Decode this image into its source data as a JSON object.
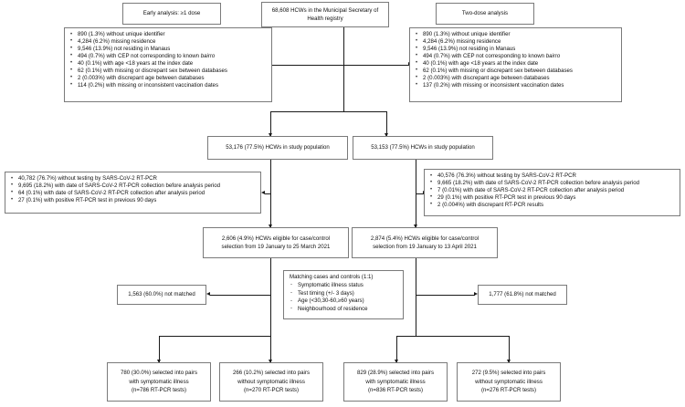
{
  "figure": {
    "type": "flow-diagram",
    "title_top": "68,608 HCWs in the Municipal Secretary of Health registry",
    "arm_left_label": "Early analysis: ≥1 dose",
    "arm_right_label": "Two-dose analysis"
  },
  "left_arm": {
    "exclusions_1": [
      "890 (1.3%) without unique identifier",
      "4,284 (6.2%) missing residence",
      "9,546 (13.9%) not residing in Manaus",
      "494 (0.7%) with CEP not corresponding to known bairro",
      "40 (0.1%) with age <18 years at the index date",
      "62 (0.1%) with missing or discrepant sex between databases",
      "2 (0.003%) with discrepant age between databases",
      "114 (0.2%) with missing or inconsistent vaccination dates"
    ],
    "study_population": "53,176 (77.5%) HCWs in study population",
    "exclusions_2": [
      "40,782 (76.7%) without testing by SARS-CoV-2 RT-PCR",
      "9,695 (18.2%) with date of SARS-CoV-2 RT-PCR collection before analysis period",
      "64 (0.1%) with date of SARS-CoV-2 RT-PCR collection after analysis period",
      "27 (0.1%) with positive RT-PCR test in previous 90 days"
    ],
    "eligible": "2,606 (4.9%) HCWs eligible for case/control\nselection from 19 January to 25 March 2021",
    "not_matched": "1,563 (60.0%) not matched",
    "outcome_symptomatic": "780 (30.0%) selected into pairs\nwith symptomatic illness\n(n=786 RT-PCR tests)",
    "outcome_asymptomatic": "266 (10.2%) selected into pairs\nwithout symptomatic illness\n(n=270 RT-PCR tests)"
  },
  "right_arm": {
    "exclusions_1": [
      "890 (1.3%) without unique identifier",
      "4,284 (6.2%) missing residence",
      "9,546 (13.9%) not residing in Manaus",
      "494 (0.7%) with CEP not corresponding to known bairro",
      "40 (0.1%) with age <18 years at the index date",
      "62 (0.1%) with missing or discrepant sex between databases",
      "2 (0.003%) with discrepant age between databases",
      "137 (0.2%) with missing or inconsistent vaccination dates"
    ],
    "study_population": "53,153 (77.5%) HCWs in study population",
    "exclusions_2": [
      "40,576 (76.3%) without testing by SARS-CoV-2 RT-PCR",
      "9,665 (18.2%) with date of SARS-CoV-2 RT-PCR collection before analysis period",
      "7 (0.01%) with date of SARS-CoV-2 RT-PCR collection after analysis period",
      "29 (0.1%) with positive RT-PCR test in previous 90 days",
      "2 (0.004%) with discrepant RT-PCR results"
    ],
    "eligible": "2,874 (5.4%) HCWs eligible for case/control\nselection from 19 January to 13 April 2021",
    "not_matched": "1,777 (61.8%) not matched",
    "outcome_symptomatic": "829 (28.9%) selected into pairs\nwith symptomatic illness\n(n=836 RT-PCR tests)",
    "outcome_asymptomatic": "272 (9.5%) selected into pairs\nwithout symptomatic illness\n(n=276 RT-PCR tests)"
  },
  "matching": {
    "title": "Matching cases and controls (1:1)",
    "criteria": [
      "Symptomatic illness status",
      "Test timing (+/- 3 days)",
      "Age (<30,30-60,≥60 years)",
      "Neighbourhood of residence"
    ]
  },
  "colors": {
    "box_border": "#7a7a7a",
    "connector": "#1a1a1a",
    "text": "#101010",
    "background": "#ffffff"
  }
}
